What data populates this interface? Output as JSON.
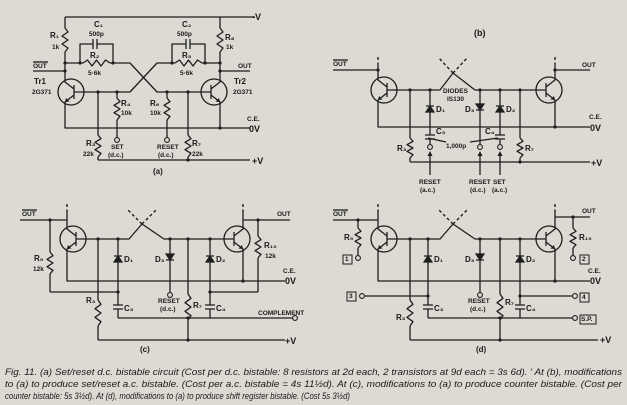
{
  "figure": {
    "panel_a": {
      "label": "(a)",
      "neg_v": "-V",
      "pos_v": "+V",
      "ce": "C.E.",
      "zero_v": "0V",
      "out_bar": "OUT",
      "out": "OUT",
      "r1": "R₁",
      "r1_val": "1k",
      "c1": "C₁",
      "c1_val": "500p",
      "r2": "R₂",
      "r2_val": "5·6k",
      "c2": "C₂",
      "c2_val": "500p",
      "r5": "R₅",
      "r5_val": "5·6k",
      "r8": "R₈",
      "r8_val": "1k",
      "tr1": "Tr1",
      "tr1_type": "2G371",
      "tr2": "Tr2",
      "tr2_type": "2G371",
      "r4": "R₄",
      "r4_val": "10k",
      "r6": "R₆",
      "r6_val": "10k",
      "r3": "R₃",
      "r3_val": "22k",
      "r7": "R₇",
      "r7_val": "22k",
      "set": "SET",
      "set_mode": "(d.c.)",
      "reset": "RESET",
      "reset_mode": "(d.c.)"
    },
    "panel_b": {
      "label": "(b)",
      "out_bar": "OUT",
      "out": "OUT",
      "diodes": "DIODES",
      "diode_type": "IS130",
      "d1": "D₁",
      "d3": "D₃",
      "d2": "D₂",
      "c3": "C₃",
      "c4": "C₄",
      "cap_val": "1,000p",
      "r3": "R₃",
      "r7": "R₇",
      "ce": "C.E.",
      "zero_v": "0V",
      "pos_v": "+V",
      "reset_ac": "RESET",
      "reset_ac_mode": "(a.c.)",
      "reset_dc": "RESET",
      "reset_dc_mode": "(d.c.)",
      "set_ac": "SET",
      "set_ac_mode": "(a.c.)"
    },
    "panel_c": {
      "label": "(c)",
      "out_bar": "OUT",
      "out": "OUT",
      "r9": "R₉",
      "r9_val": "12k",
      "r10": "R₁₀",
      "r10_val": "12k",
      "d1": "D₁",
      "d3": "D₃",
      "d2": "D₂",
      "r3": "R₃",
      "c3": "C₃",
      "reset": "RESET",
      "reset_mode": "(d.c.)",
      "r7": "R₇",
      "c4": "C₄",
      "complement": "COMPLEMENT",
      "ce": "C.E.",
      "zero_v": "0V",
      "pos_v": "+V"
    },
    "panel_d": {
      "label": "(d)",
      "out_bar": "OUT",
      "out": "OUT",
      "r9": "R₉",
      "r10": "R₁₀",
      "t1": "1",
      "t2": "2",
      "t3": "3",
      "t4": "4",
      "sp": "S.P.",
      "d1": "D₁",
      "d3": "D₃",
      "d2": "D₂",
      "r3": "R₃",
      "c3": "C₃",
      "reset": "RESET",
      "reset_mode": "(d.c.)",
      "r7": "R₇",
      "c4": "C₄",
      "ce": "C.E.",
      "zero_v": "0V",
      "pos_v": "+V"
    }
  },
  "caption": [
    "Fig. 11.  (a) Set/reset d.c. bistable circuit (Cost per d.c. bistable: 8 resistors at 2d each, 2 transistors at 9d each = 3s 6d).  ' At (b), modifications",
    "to (a) to produce set/reset a.c. bistable. (Cost per a.c. bistable = 4s 11½d).  At (c), modifications to (a) to produce counter bistable.  (Cost per",
    "counter bistable: 5s 3½d).  At (d), modifications to (a) to produce shift register bistable. (Cost 5s 3½d)"
  ]
}
